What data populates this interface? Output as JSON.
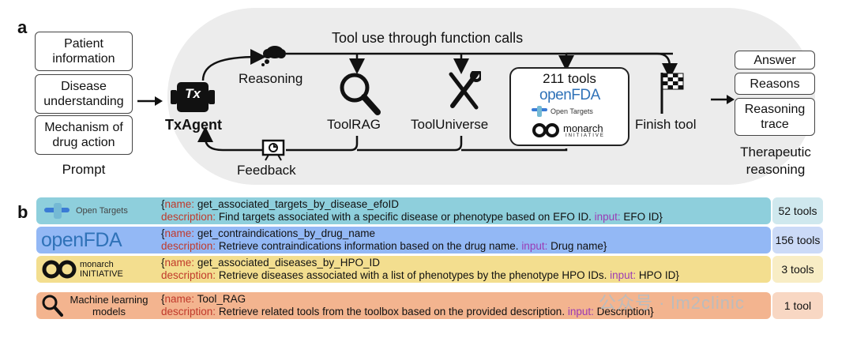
{
  "panel_a": {
    "letter": "a",
    "prompt": {
      "items": [
        "Patient information",
        "Disease understanding",
        "Mechanism of drug action"
      ],
      "caption": "Prompt"
    },
    "agent_label": "TxAgent",
    "agent_badge": "Tx",
    "header": "Tool use through function calls",
    "reasoning": "Reasoning",
    "feedback": "Feedback",
    "toolrag": "ToolRAG",
    "tooluniverse": "ToolUniverse",
    "tools_count": "211 tools",
    "logos": {
      "openfda": "openFDA",
      "opentargets": "Open Targets",
      "monarch": "monarch",
      "initiative": "INITIATIVE"
    },
    "finish": "Finish tool",
    "outputs": {
      "items": [
        "Answer",
        "Reasons",
        "Reasoning trace"
      ],
      "caption": "Therapeutic reasoning"
    }
  },
  "panel_b": {
    "letter": "b",
    "rows": [
      {
        "source": "Open Targets",
        "name_key": "name:",
        "name": "get_associated_targets_by_disease_efoID",
        "desc_key": "description:",
        "desc": "Find targets associated with a specific disease or phenotype based on EFO ID.",
        "input_key": "input:",
        "input": "EFO ID}",
        "count": "52 tools",
        "color": "#8ecfdc",
        "count_color": "#cfe8ee"
      },
      {
        "source": "openFDA",
        "name_key": "name:",
        "name": "get_contraindications_by_drug_name",
        "desc_key": "description:",
        "desc": "Retrieve contraindications information based on the drug name.",
        "input_key": "input:",
        "input": "Drug name}",
        "count": "156 tools",
        "color": "#93b8f5",
        "count_color": "#cbdaf7"
      },
      {
        "source": "monarch INITIATIVE",
        "name_key": "name:",
        "name": "get_associated_diseases_by_HPO_ID",
        "desc_key": "description:",
        "desc": "Retrieve diseases associated with a list of phenotypes by the phenotype HPO IDs.",
        "input_key": "input:",
        "input": "HPO ID}",
        "count": "3 tools",
        "color": "#f3de8f",
        "count_color": "#f8edc5"
      },
      {
        "source": "Machine learning models",
        "name_key": "name:",
        "name": "Tool_RAG",
        "desc_key": "description:",
        "desc": "Retrieve related tools from the toolbox based on the provided description.",
        "input_key": "input:",
        "input": "Description}",
        "count": "1 tool",
        "color": "#f3b48f",
        "count_color": "#f8d7c3"
      }
    ]
  },
  "watermark": "公众号 · lm2clinic"
}
